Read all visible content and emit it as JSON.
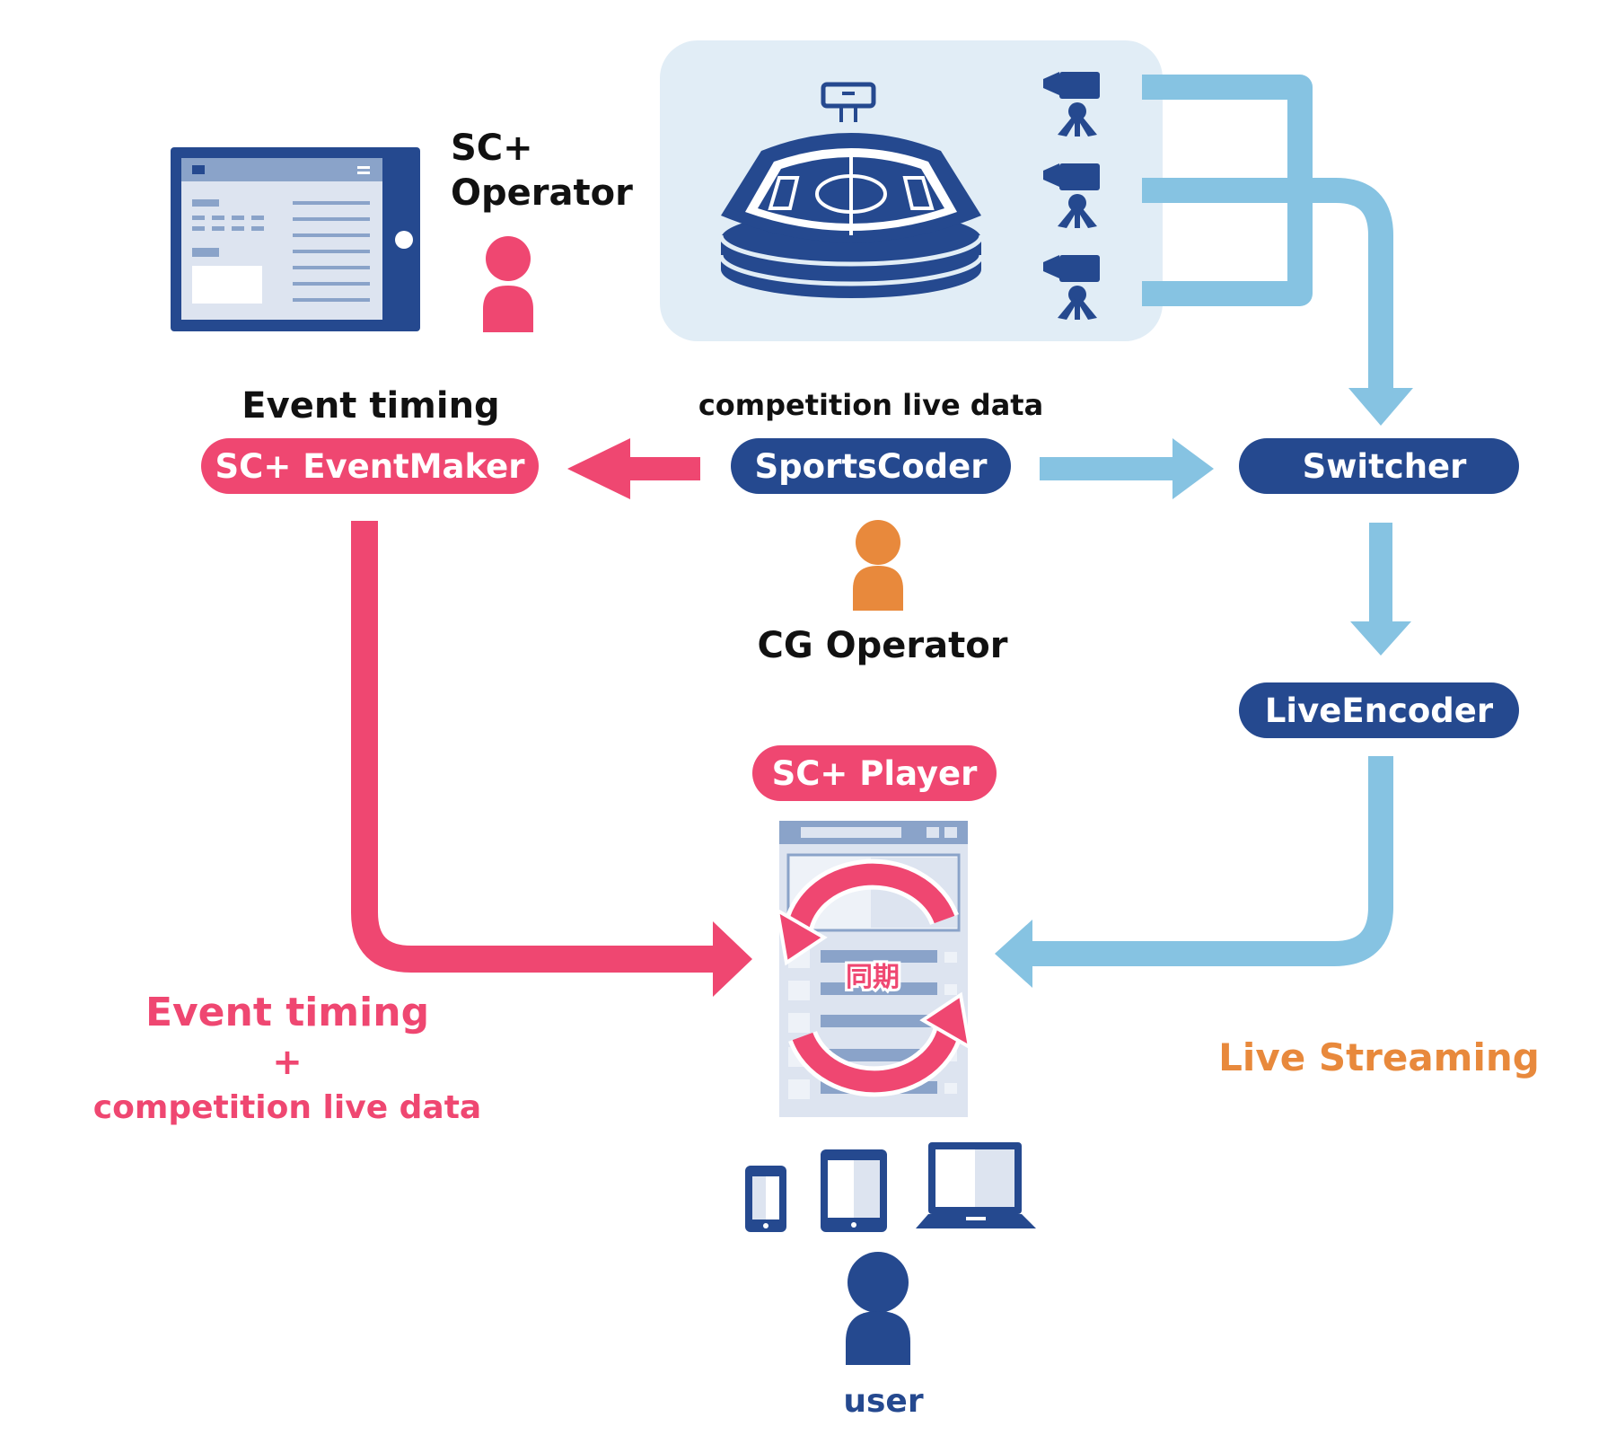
{
  "colors": {
    "pink": "#ef4771",
    "navy": "#25498f",
    "light_blue": "#86c3e2",
    "orange": "#e8893c",
    "stadium_bg": "#e1edf6",
    "ui_gray": "#dde4f0",
    "ui_mid": "#8aa3c9"
  },
  "nodes": {
    "sc_eventmaker": "SC+ EventMaker",
    "sportscoder": "SportsCoder",
    "switcher": "Switcher",
    "liveencoder": "LiveEncoder",
    "sc_player": "SC+ Player"
  },
  "people": {
    "sc_operator_line1": "SC+",
    "sc_operator_line2": "Operator",
    "cg_operator": "CG Operator",
    "user": "user"
  },
  "labels": {
    "event_timing_top": "Event timing",
    "competition_live_data_top": "competition live data",
    "event_timing_bottom": "Event timing",
    "plus": "+",
    "competition_live_data_bottom": "competition live data",
    "live_streaming": "Live Streaming",
    "sync": "同期"
  },
  "icons": {
    "tablet": "tablet-app-icon",
    "stadium": "stadium-icon",
    "cameras": [
      "video-camera-icon",
      "video-camera-icon",
      "video-camera-icon"
    ],
    "sc_operator": "person-icon",
    "cg_operator": "person-icon",
    "user": "person-icon",
    "player_window": "browser-window-icon",
    "sync": "sync-arrows-icon",
    "devices": [
      "smartphone-icon",
      "tablet-icon",
      "laptop-icon"
    ]
  }
}
